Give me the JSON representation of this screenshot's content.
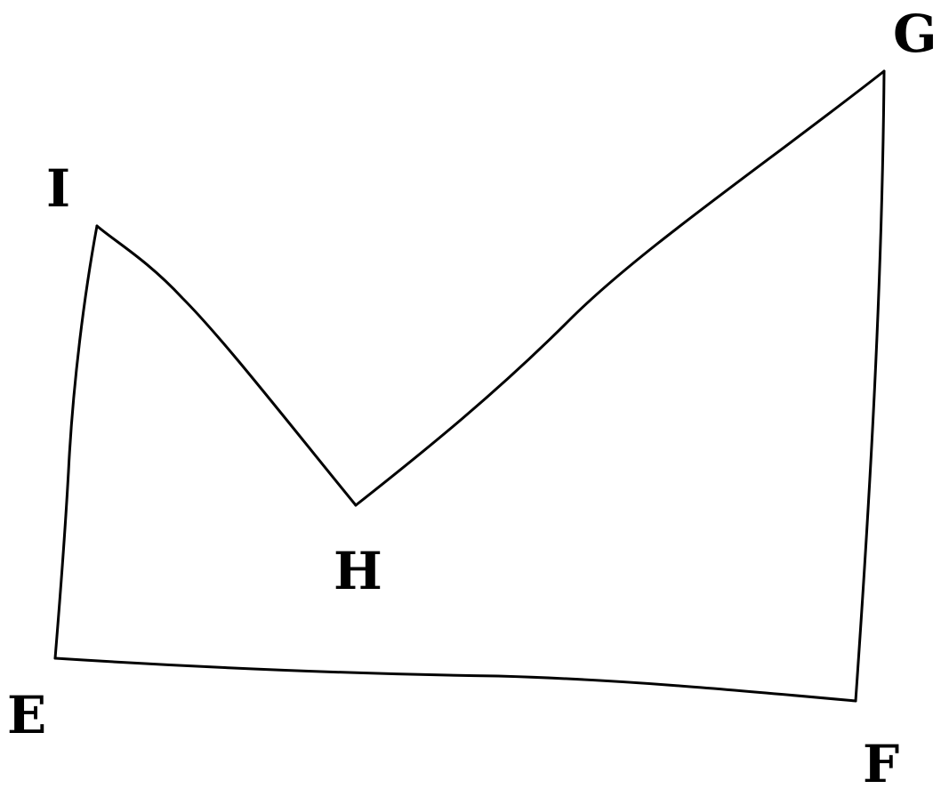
{
  "diagram": {
    "stroke_color": "#000000",
    "background_color": "#ffffff",
    "vertices": [
      {
        "id": "E",
        "label": "E"
      },
      {
        "id": "F",
        "label": "F"
      },
      {
        "id": "G",
        "label": "G"
      },
      {
        "id": "H",
        "label": "H"
      },
      {
        "id": "I",
        "label": "I"
      }
    ],
    "edges": [
      {
        "from": "E",
        "to": "F"
      },
      {
        "from": "F",
        "to": "G"
      },
      {
        "from": "G",
        "to": "H"
      },
      {
        "from": "H",
        "to": "I"
      },
      {
        "from": "I",
        "to": "E"
      }
    ]
  }
}
